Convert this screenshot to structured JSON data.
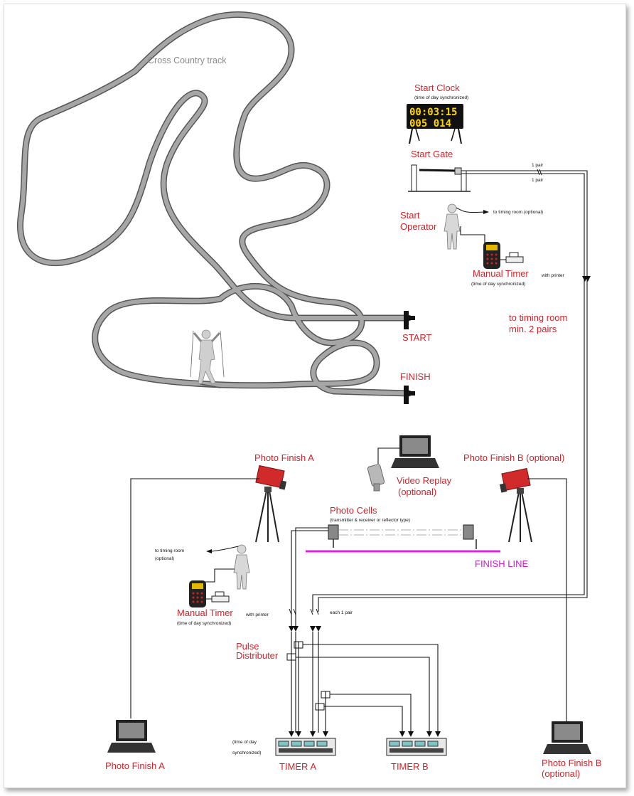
{
  "track": {
    "label": "Cross Country track"
  },
  "start_clock": {
    "title": "Start Clock",
    "note": "(time of day synchronized)",
    "line1": "00:03:15",
    "line2": "005 014"
  },
  "start_gate": {
    "title": "Start Gate",
    "pair_top": "1 pair",
    "pair_bottom": "1 pair"
  },
  "start_operator": {
    "line1": "Start",
    "line2": "Operator",
    "to_timing": "to timing room (optional)"
  },
  "manual_timer_top": {
    "title": "Manual Timer",
    "with_printer": "with printer",
    "note": "(time of day synchronized)"
  },
  "to_timing_room": {
    "line1": "to timing room",
    "line2": "min. 2 pairs"
  },
  "markers": {
    "start": "START",
    "finish": "FINISH"
  },
  "photo_finish_a_cam": {
    "title": "Photo Finish A"
  },
  "photo_finish_b_cam": {
    "title": "Photo Finish B (optional)"
  },
  "video_replay": {
    "line1": "Video Replay",
    "line2": "(optional)"
  },
  "photo_cells": {
    "title": "Photo Cells",
    "note": "(transmitter & receiver or reflector type)"
  },
  "finish_line": {
    "label": "FINISH LINE"
  },
  "operator_left": {
    "to_timing_1": "to timing room",
    "to_timing_2": "(optional)"
  },
  "manual_timer_bottom": {
    "title": "Manual Timer",
    "with_printer": "with printer",
    "note": "(time of day synchronized)"
  },
  "wiring": {
    "each_pair": "each 1 pair"
  },
  "pulse_distributer": {
    "line1": "Pulse",
    "line2": "Distributer"
  },
  "timer_a": {
    "label": "TIMER A",
    "note1": "(time of day",
    "note2": "synchronized)"
  },
  "timer_b": {
    "label": "TIMER B"
  },
  "laptop_a": {
    "label": "Photo Finish A"
  },
  "laptop_b": {
    "line1": "Photo Finish B",
    "line2": "(optional)"
  },
  "colors": {
    "label_red": "#d2232a",
    "finish_line": "#e020e0",
    "track_grey": "#8f8f8f",
    "clock_yellow": "#ffd400"
  }
}
